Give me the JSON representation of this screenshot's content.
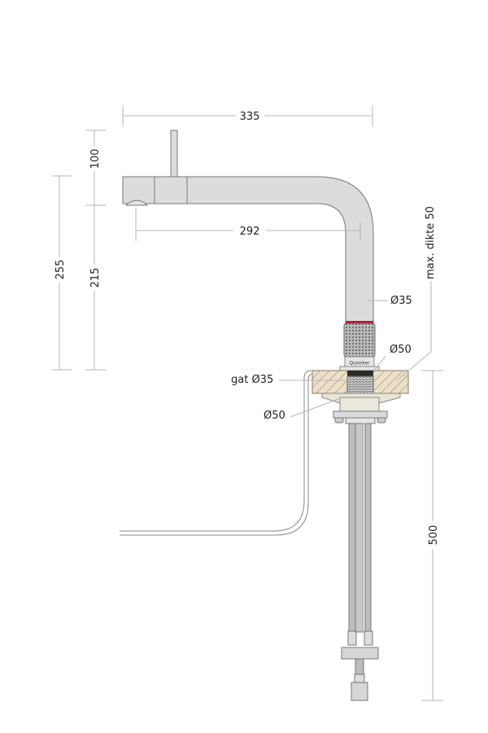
{
  "dimensions": {
    "width_total": "335",
    "reach": "292",
    "lever_height": "100",
    "spout_height": "215",
    "total_height": "255",
    "below_counter": "500",
    "max_thickness": "max. dikte 50",
    "tube_diameter": "Ø35",
    "collar_diameter": "Ø50",
    "hole": "gat Ø35",
    "flange_diameter": "Ø50"
  },
  "brand": "Quooker",
  "colors": {
    "body": "#dcdcdc",
    "outline": "#777777",
    "accent_band": "#c8102e",
    "countertop": "#eee0c8",
    "dimension_line": "#b5b5b5"
  }
}
